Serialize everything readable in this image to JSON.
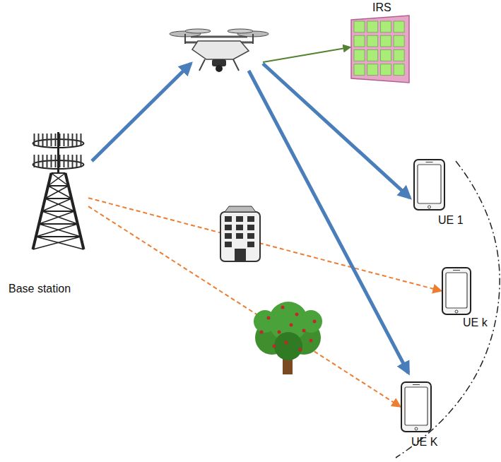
{
  "diagram": {
    "nodes": [
      {
        "text": [
          "Base station"
        ]
      },
      {
        "text": [
          "IRS"
        ]
      },
      {
        "text": [
          "UE 1"
        ]
      },
      {
        "text": [
          "UE k"
        ]
      },
      {
        "text": [
          "UE K"
        ]
      }
    ],
    "edges": [
      {
        "from": 0,
        "to": 3,
        "arrow": "to"
      },
      {
        "from": 0,
        "to": 4,
        "arrow": "to"
      }
    ]
  }
}
